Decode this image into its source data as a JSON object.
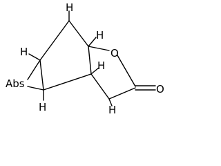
{
  "molecule": {
    "atom_labels": {
      "oxygen_ring": "O",
      "oxygen_carbonyl": "O",
      "epoxide_label": "Abs",
      "hydrogen_top": "H",
      "hydrogen_left_upper": "H",
      "hydrogen_right_bridge": "H",
      "hydrogen_left_lower": "H",
      "hydrogen_center": "H",
      "hydrogen_bottom": "H"
    }
  }
}
